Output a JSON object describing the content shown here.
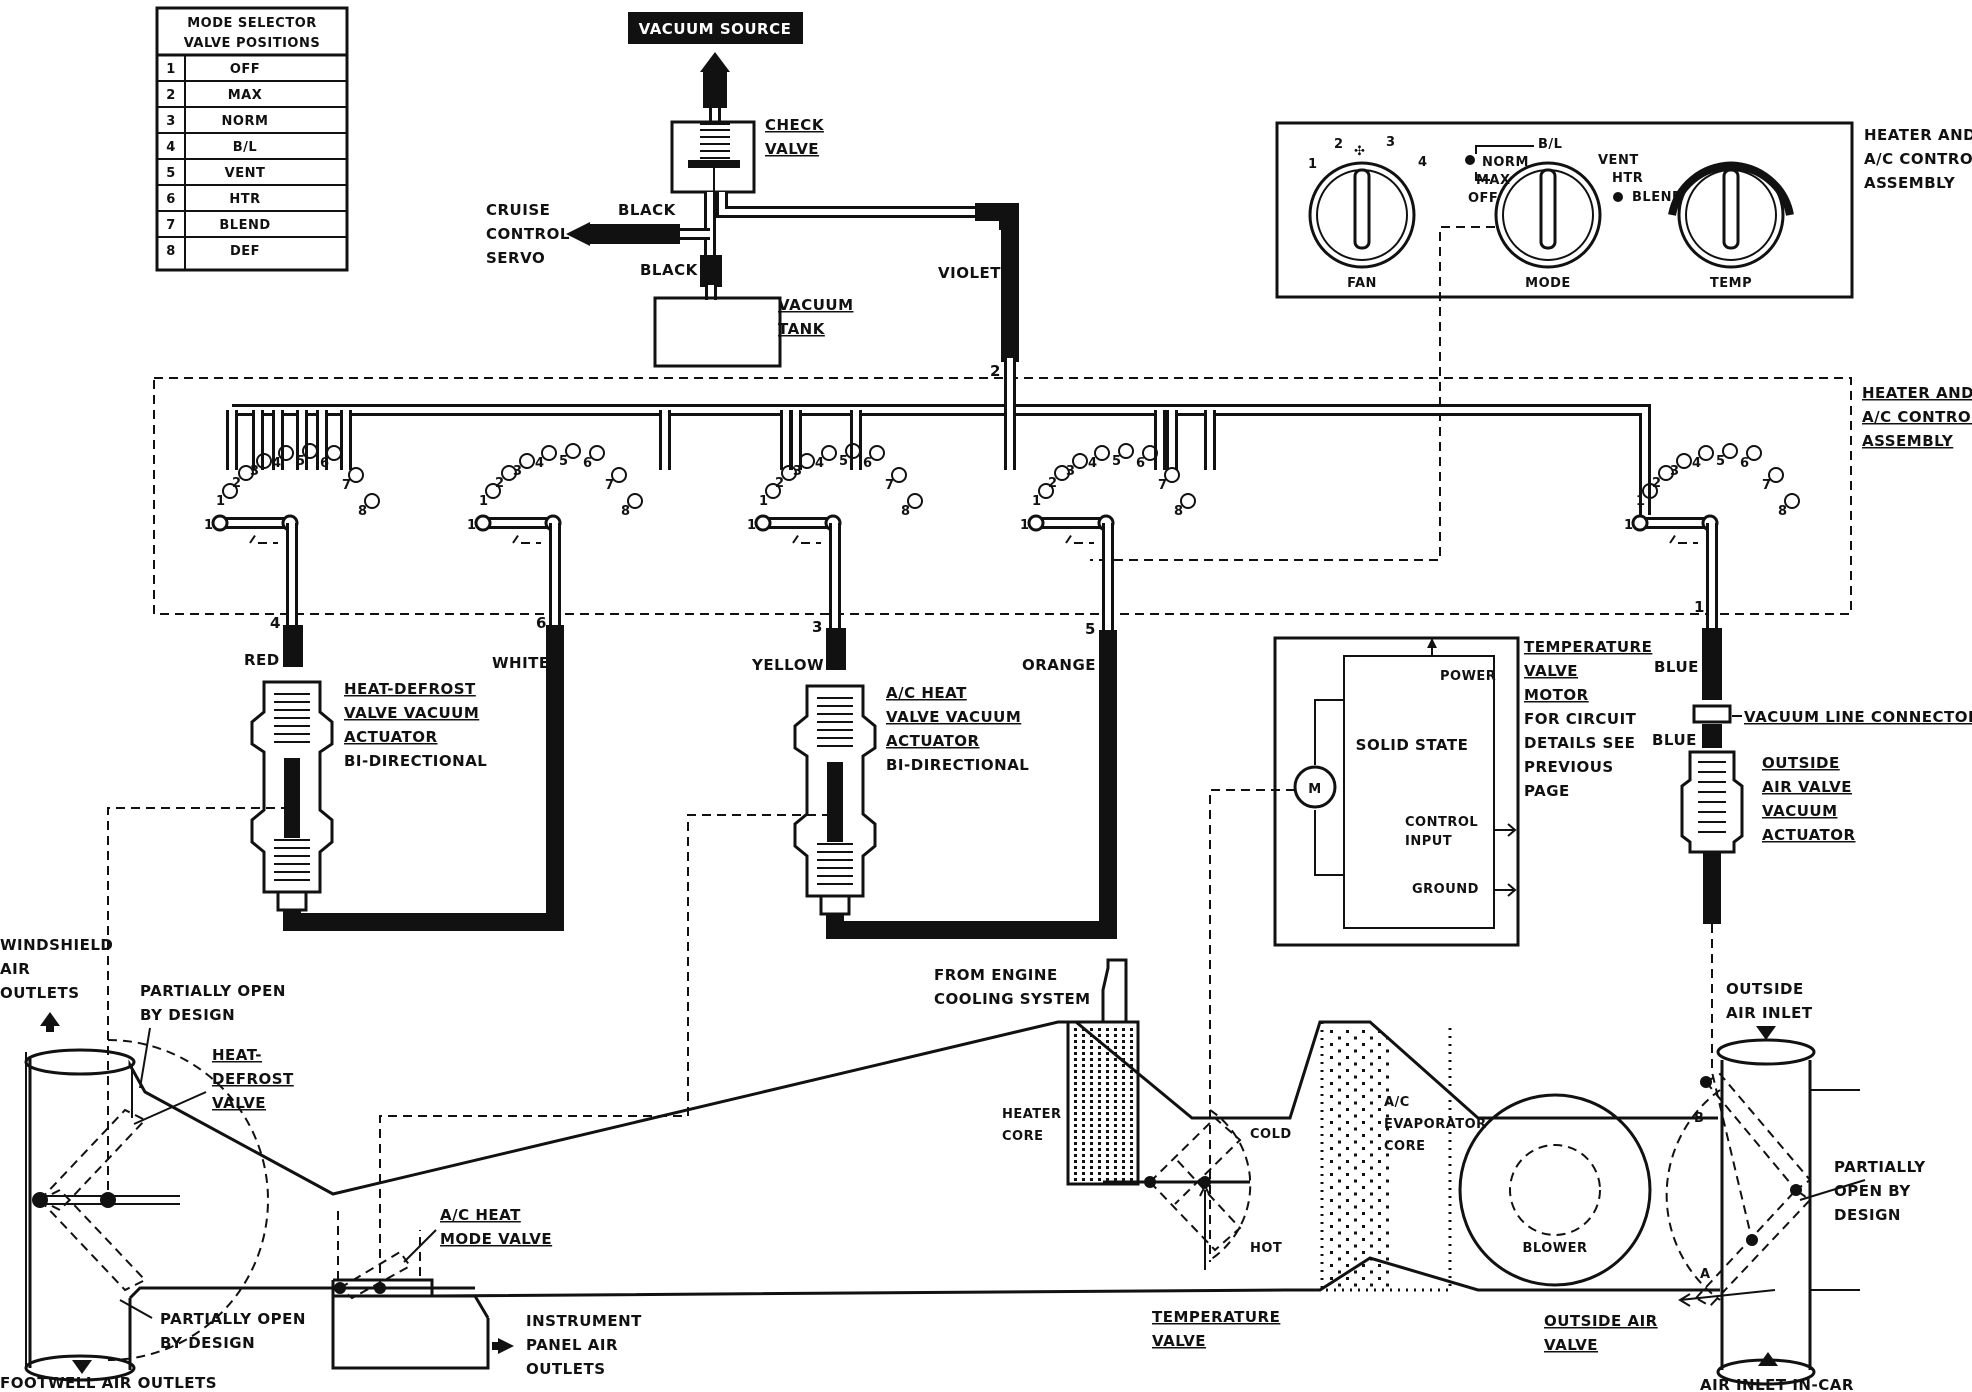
{
  "mode_table": {
    "title_line1": "MODE SELECTOR",
    "title_line2": "VALVE POSITIONS",
    "rows": [
      {
        "num": "1",
        "mode": "OFF"
      },
      {
        "num": "2",
        "mode": "MAX"
      },
      {
        "num": "3",
        "mode": "NORM"
      },
      {
        "num": "4",
        "mode": "B/L"
      },
      {
        "num": "5",
        "mode": "VENT"
      },
      {
        "num": "6",
        "mode": "HTR"
      },
      {
        "num": "7",
        "mode": "BLEND"
      },
      {
        "num": "8",
        "mode": "DEF"
      }
    ]
  },
  "top": {
    "vacuum_source": "VACUUM SOURCE",
    "check_valve_1": "CHECK",
    "check_valve_2": "VALVE",
    "cruise_1": "CRUISE",
    "cruise_2": "CONTROL",
    "cruise_3": "SERVO",
    "black_1": "BLACK",
    "black_2": "BLACK",
    "vacuum_tank_1": "VACUUM",
    "vacuum_tank_2": "TANK",
    "violet": "VIOLET",
    "violet_num": "2"
  },
  "control_panel": {
    "label_1": "HEATER AND",
    "label_2": "A/C CONTROL",
    "label_3": "ASSEMBLY",
    "fan": "FAN",
    "mode": "MODE",
    "temp": "TEMP",
    "fan_1": "1",
    "fan_2": "2",
    "fan_3": "3",
    "fan_4": "4",
    "bl": "B/L",
    "norm": "NORM",
    "max": "MAX",
    "off": "OFF",
    "vent": "VENT",
    "htr": "HTR",
    "blend": "BLEND"
  },
  "assembly": {
    "label_1": "HEATER AND",
    "label_2": "A/C CONTROL",
    "label_3": "ASSEMBLY",
    "port_nums": [
      "1",
      "2",
      "3",
      "4",
      "5",
      "6",
      "7",
      "8"
    ]
  },
  "hoses": {
    "red_num": "4",
    "red": "RED",
    "white_num": "6",
    "white": "WHITE",
    "yellow_num": "3",
    "yellow": "YELLOW",
    "orange_num": "5",
    "orange": "ORANGE",
    "blue_num": "1",
    "blue": "BLUE",
    "blue_2": "BLUE"
  },
  "actuators": {
    "heat_defrost": [
      "HEAT-DEFROST",
      "VALVE VACUUM",
      "ACTUATOR",
      "BI-DIRECTIONAL"
    ],
    "ac_heat": [
      "A/C HEAT",
      "VALVE VACUUM",
      "ACTUATOR",
      "BI-DIRECTIONAL"
    ],
    "vacuum_line_connector": "VACUUM LINE CONNECTOR",
    "outside_air": [
      "OUTSIDE",
      "AIR VALVE",
      "VACUUM",
      "ACTUATOR"
    ]
  },
  "temp_motor": {
    "power": "POWER",
    "solid_state": "SOLID STATE",
    "control_1": "CONTROL",
    "control_2": "INPUT",
    "ground": "GROUND",
    "motor": "M",
    "desc": [
      "TEMPERATURE",
      "VALVE",
      "MOTOR",
      "FOR CIRCUIT",
      "DETAILS SEE",
      "PREVIOUS",
      "PAGE"
    ]
  },
  "ducts": {
    "windshield": [
      "WINDSHIELD",
      "AIR",
      "OUTLETS"
    ],
    "partially_open_top": [
      "PARTIALLY OPEN",
      "BY DESIGN"
    ],
    "heat_defrost_valve": [
      "HEAT-",
      "DEFROST",
      "VALVE"
    ],
    "partially_open_bottom": [
      "PARTIALLY OPEN",
      "BY DESIGN"
    ],
    "footwell": "FOOTWELL AIR OUTLETS",
    "ac_heat_mode": [
      "A/C HEAT",
      "MODE VALVE"
    ],
    "instrument_panel": [
      "INSTRUMENT",
      "PANEL AIR",
      "OUTLETS"
    ],
    "from_engine": [
      "FROM ENGINE",
      "COOLING SYSTEM"
    ],
    "heater_core": [
      "HEATER",
      "CORE"
    ],
    "cold": "COLD",
    "hot": "HOT",
    "temperature_valve": [
      "TEMPERATURE",
      "VALVE"
    ],
    "evaporator": [
      "A/C",
      "EVAPORATOR",
      "CORE"
    ],
    "blower": "BLOWER",
    "outside_inlet": [
      "OUTSIDE",
      "AIR INLET"
    ],
    "partially_open_right": [
      "PARTIALLY",
      "OPEN BY",
      "DESIGN"
    ],
    "outside_air_valve": [
      "OUTSIDE AIR",
      "VALVE"
    ],
    "air_inlet_in_car": "AIR INLET IN-CAR",
    "letter_a": "A",
    "letter_b": "B"
  }
}
